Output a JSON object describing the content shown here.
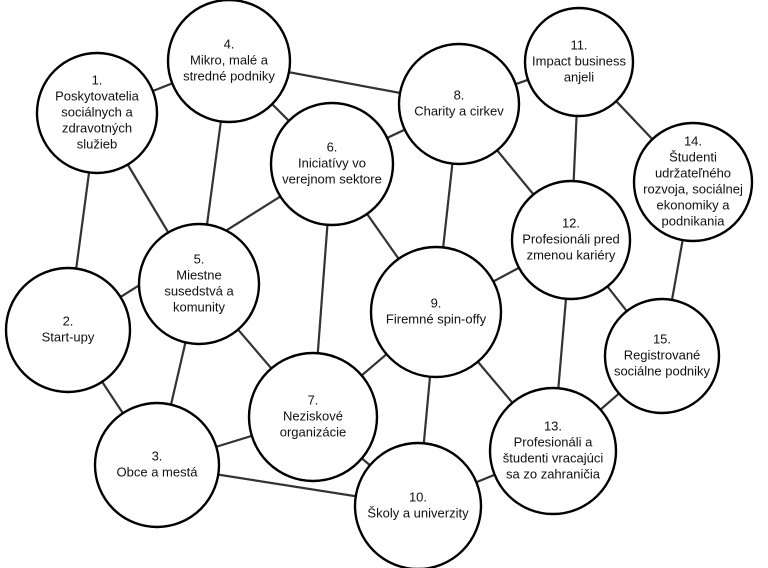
{
  "diagram": {
    "nodes": [
      {
        "id": "1",
        "lines": [
          "1.",
          "Poskytovatelia",
          "sociálnych a",
          "zdravotných",
          "služieb"
        ]
      },
      {
        "id": "2",
        "lines": [
          "2.",
          "Start-upy"
        ]
      },
      {
        "id": "3",
        "lines": [
          "3.",
          "Obce a mestá"
        ]
      },
      {
        "id": "4",
        "lines": [
          "4.",
          "Mikro, malé a",
          "stredné podniky"
        ]
      },
      {
        "id": "5",
        "lines": [
          "5.",
          "Miestne",
          "susedstvá a",
          "komunity"
        ]
      },
      {
        "id": "6",
        "lines": [
          "6.",
          "Iniciatívy vo",
          "verejnom sektore"
        ]
      },
      {
        "id": "7",
        "lines": [
          "7.",
          "Neziskové",
          "organizácie"
        ]
      },
      {
        "id": "8",
        "lines": [
          "8.",
          "Charity a cirkev"
        ]
      },
      {
        "id": "9",
        "lines": [
          "9.",
          "Firemné spin-offy"
        ]
      },
      {
        "id": "10",
        "lines": [
          "10.",
          "Školy a univerzity"
        ]
      },
      {
        "id": "11",
        "lines": [
          "11.",
          "Impact business",
          "anjeli"
        ]
      },
      {
        "id": "12",
        "lines": [
          "12.",
          "Profesionáli pred",
          "zmenou kariéry"
        ]
      },
      {
        "id": "13",
        "lines": [
          "13.",
          "Profesionáli a",
          "študenti vracajúci",
          "sa zo zahraničia"
        ]
      },
      {
        "id": "14",
        "lines": [
          "14.",
          "Študenti",
          "udržateľného",
          "rozvoja, sociálnej",
          "ekonomiky a",
          "podnikania"
        ]
      },
      {
        "id": "15",
        "lines": [
          "15.",
          "Registrované",
          "sociálne podniky"
        ]
      }
    ],
    "edges": [
      [
        "1",
        "4"
      ],
      [
        "1",
        "5"
      ],
      [
        "1",
        "2"
      ],
      [
        "4",
        "5"
      ],
      [
        "4",
        "6"
      ],
      [
        "4",
        "8"
      ],
      [
        "6",
        "2"
      ],
      [
        "6",
        "7"
      ],
      [
        "6",
        "9"
      ],
      [
        "6",
        "8"
      ],
      [
        "5",
        "7"
      ],
      [
        "5",
        "3"
      ],
      [
        "2",
        "3"
      ],
      [
        "3",
        "7"
      ],
      [
        "3",
        "10"
      ],
      [
        "7",
        "9"
      ],
      [
        "7",
        "10"
      ],
      [
        "8",
        "11"
      ],
      [
        "8",
        "12"
      ],
      [
        "8",
        "9"
      ],
      [
        "9",
        "10"
      ],
      [
        "9",
        "12"
      ],
      [
        "9",
        "13"
      ],
      [
        "11",
        "14"
      ],
      [
        "11",
        "12"
      ],
      [
        "12",
        "15"
      ],
      [
        "12",
        "13"
      ],
      [
        "14",
        "15"
      ],
      [
        "15",
        "13"
      ],
      [
        "13",
        "10"
      ]
    ]
  }
}
